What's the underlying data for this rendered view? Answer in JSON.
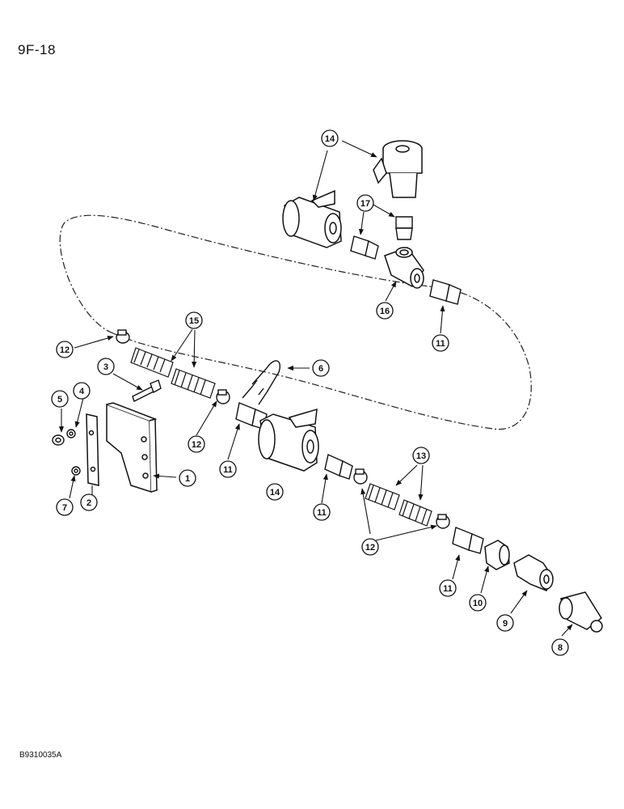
{
  "page_label": "9F-18",
  "figure_code": "B9310035A",
  "callouts": [
    {
      "id": "c1",
      "label": "1"
    },
    {
      "id": "c2",
      "label": "2"
    },
    {
      "id": "c3",
      "label": "3"
    },
    {
      "id": "c4",
      "label": "4"
    },
    {
      "id": "c5",
      "label": "5"
    },
    {
      "id": "c6",
      "label": "6"
    },
    {
      "id": "c7",
      "label": "7"
    },
    {
      "id": "c8",
      "label": "8"
    },
    {
      "id": "c9",
      "label": "9"
    },
    {
      "id": "c10",
      "label": "10"
    },
    {
      "id": "c11a",
      "label": "11"
    },
    {
      "id": "c11b",
      "label": "11"
    },
    {
      "id": "c11c",
      "label": "11"
    },
    {
      "id": "c11d",
      "label": "11"
    },
    {
      "id": "c12a",
      "label": "12"
    },
    {
      "id": "c12b",
      "label": "12"
    },
    {
      "id": "c12c",
      "label": "12"
    },
    {
      "id": "c13",
      "label": "13"
    },
    {
      "id": "c14a",
      "label": "14"
    },
    {
      "id": "c14b",
      "label": "14"
    },
    {
      "id": "c15",
      "label": "15"
    },
    {
      "id": "c16",
      "label": "16"
    },
    {
      "id": "c17",
      "label": "17"
    }
  ]
}
